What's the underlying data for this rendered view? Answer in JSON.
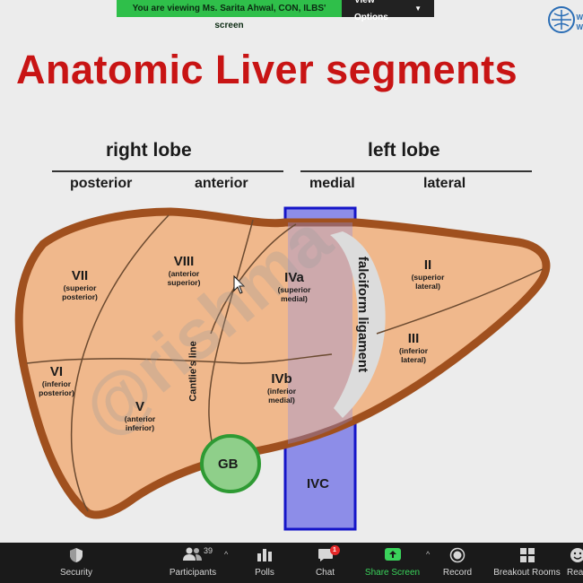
{
  "banner": {
    "message": "You are viewing Ms. Sarita Ahwal, CON, ILBS' screen",
    "options_label": "View Options"
  },
  "org_logo": {
    "icon": "who-emblem-icon",
    "text_line1": "W",
    "text_line2": "W"
  },
  "slide": {
    "title": "Anatomic Liver segments",
    "right_lobe": "right lobe",
    "left_lobe": "left lobe",
    "posterior": "posterior",
    "anterior": "anterior",
    "medial": "medial",
    "lateral": "lateral",
    "segments": [
      {
        "num": "VII",
        "line1": "(superior",
        "line2": "posterior)"
      },
      {
        "num": "VIII",
        "line1": "(anterior",
        "line2": "superior)"
      },
      {
        "num": "IVa",
        "line1": "(superior",
        "line2": "medial)"
      },
      {
        "num": "II",
        "line1": "(superior",
        "line2": "lateral)"
      },
      {
        "num": "VI",
        "line1": "(inferior",
        "line2": "posterior)"
      },
      {
        "num": "V",
        "line1": "(anterior",
        "line2": "inferior)"
      },
      {
        "num": "IVb",
        "line1": "(inferior",
        "line2": "medial)"
      },
      {
        "num": "III",
        "line1": "(inferior",
        "line2": "lateral)"
      }
    ],
    "cantlie": "Cantlie's line",
    "falciform": "falciform ligament",
    "gb": "GB",
    "ivc": "IVC",
    "watermark": "@rishma",
    "colors": {
      "title": "#c81414",
      "liver_fill": "#f0b88c",
      "liver_border": "#a0501e",
      "ivc": "#8d8de8",
      "gb": "#3cb043"
    }
  },
  "toolbar": {
    "items": [
      {
        "label": "Security",
        "icon": "shield-icon"
      },
      {
        "label": "Participants",
        "icon": "participants-icon",
        "count": "39"
      },
      {
        "label": "Polls",
        "icon": "polls-icon"
      },
      {
        "label": "Chat",
        "icon": "chat-icon",
        "badge": "1"
      },
      {
        "label": "Share Screen",
        "icon": "share-screen-icon"
      },
      {
        "label": "Record",
        "icon": "record-icon"
      },
      {
        "label": "Breakout Rooms",
        "icon": "breakout-rooms-icon"
      },
      {
        "label": "Reactions",
        "icon": "reactions-icon"
      }
    ]
  }
}
